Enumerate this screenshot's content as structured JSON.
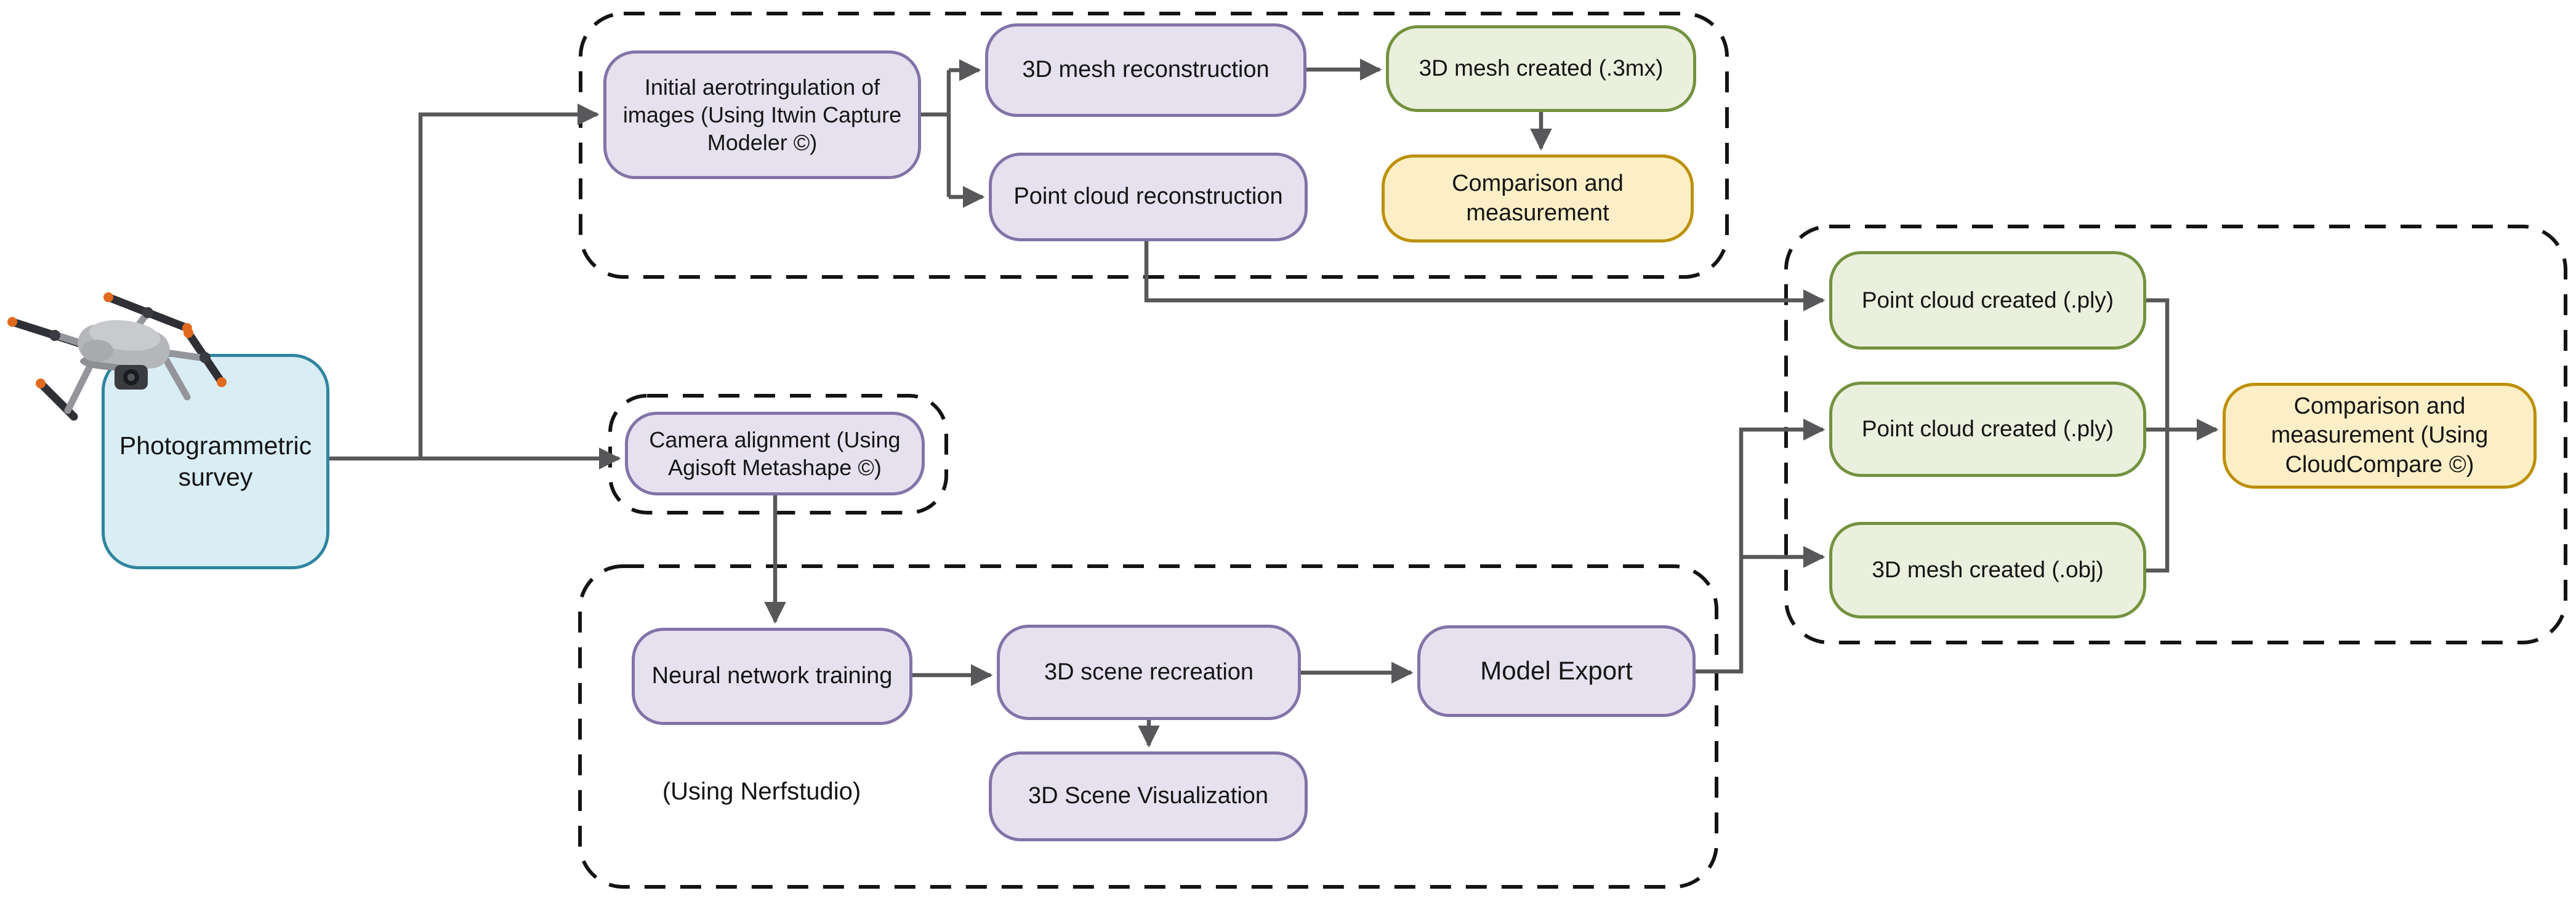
{
  "colors": {
    "process_fill": "#E6E1EE",
    "process_border": "#8273A8",
    "output_fill": "#EAF0DD",
    "output_border": "#73923F",
    "result_fill": "#FCEFC7",
    "result_border": "#BD9000",
    "start_fill": "#D9EDF4",
    "start_border": "#2F859E",
    "connector": "#58585A",
    "container_border": "#141414",
    "text": "#151515"
  },
  "nodes": {
    "survey": {
      "label": "Photogrammetric survey",
      "type": "start"
    },
    "aerotriangulation": {
      "label": "Initial aerotringulation of images (Using Itwin Capture Modeler ©)",
      "type": "process"
    },
    "mesh_reconstruction": {
      "label": "3D mesh reconstruction",
      "type": "process"
    },
    "point_cloud_reconstruction": {
      "label": "Point cloud reconstruction",
      "type": "process"
    },
    "mesh_created_3mx": {
      "label": "3D mesh created (.3mx)",
      "type": "output"
    },
    "comparison_measurement": {
      "label": "Comparison and measurement",
      "type": "result"
    },
    "camera_alignment": {
      "label": "Camera alignment (Using Agisoft Metashape ©)",
      "type": "process"
    },
    "neural_network_training": {
      "label": "Neural network training",
      "type": "process"
    },
    "scene_recreation": {
      "label": "3D scene recreation",
      "type": "process"
    },
    "scene_visualization": {
      "label": "3D Scene Visualization",
      "type": "process"
    },
    "model_export": {
      "label": "Model Export",
      "type": "process"
    },
    "point_cloud_created_top": {
      "label": "Point cloud created (.ply)",
      "type": "output"
    },
    "point_cloud_created_mid": {
      "label": "Point cloud created (.ply)",
      "type": "output"
    },
    "mesh_created_obj": {
      "label": "3D mesh created (.obj)",
      "type": "output"
    },
    "comparison_cloudcompare": {
      "label": "Comparison and measurement (Using CloudCompare ©)",
      "type": "result"
    }
  },
  "annotations": {
    "nerfstudio": "(Using Nerfstudio)"
  }
}
